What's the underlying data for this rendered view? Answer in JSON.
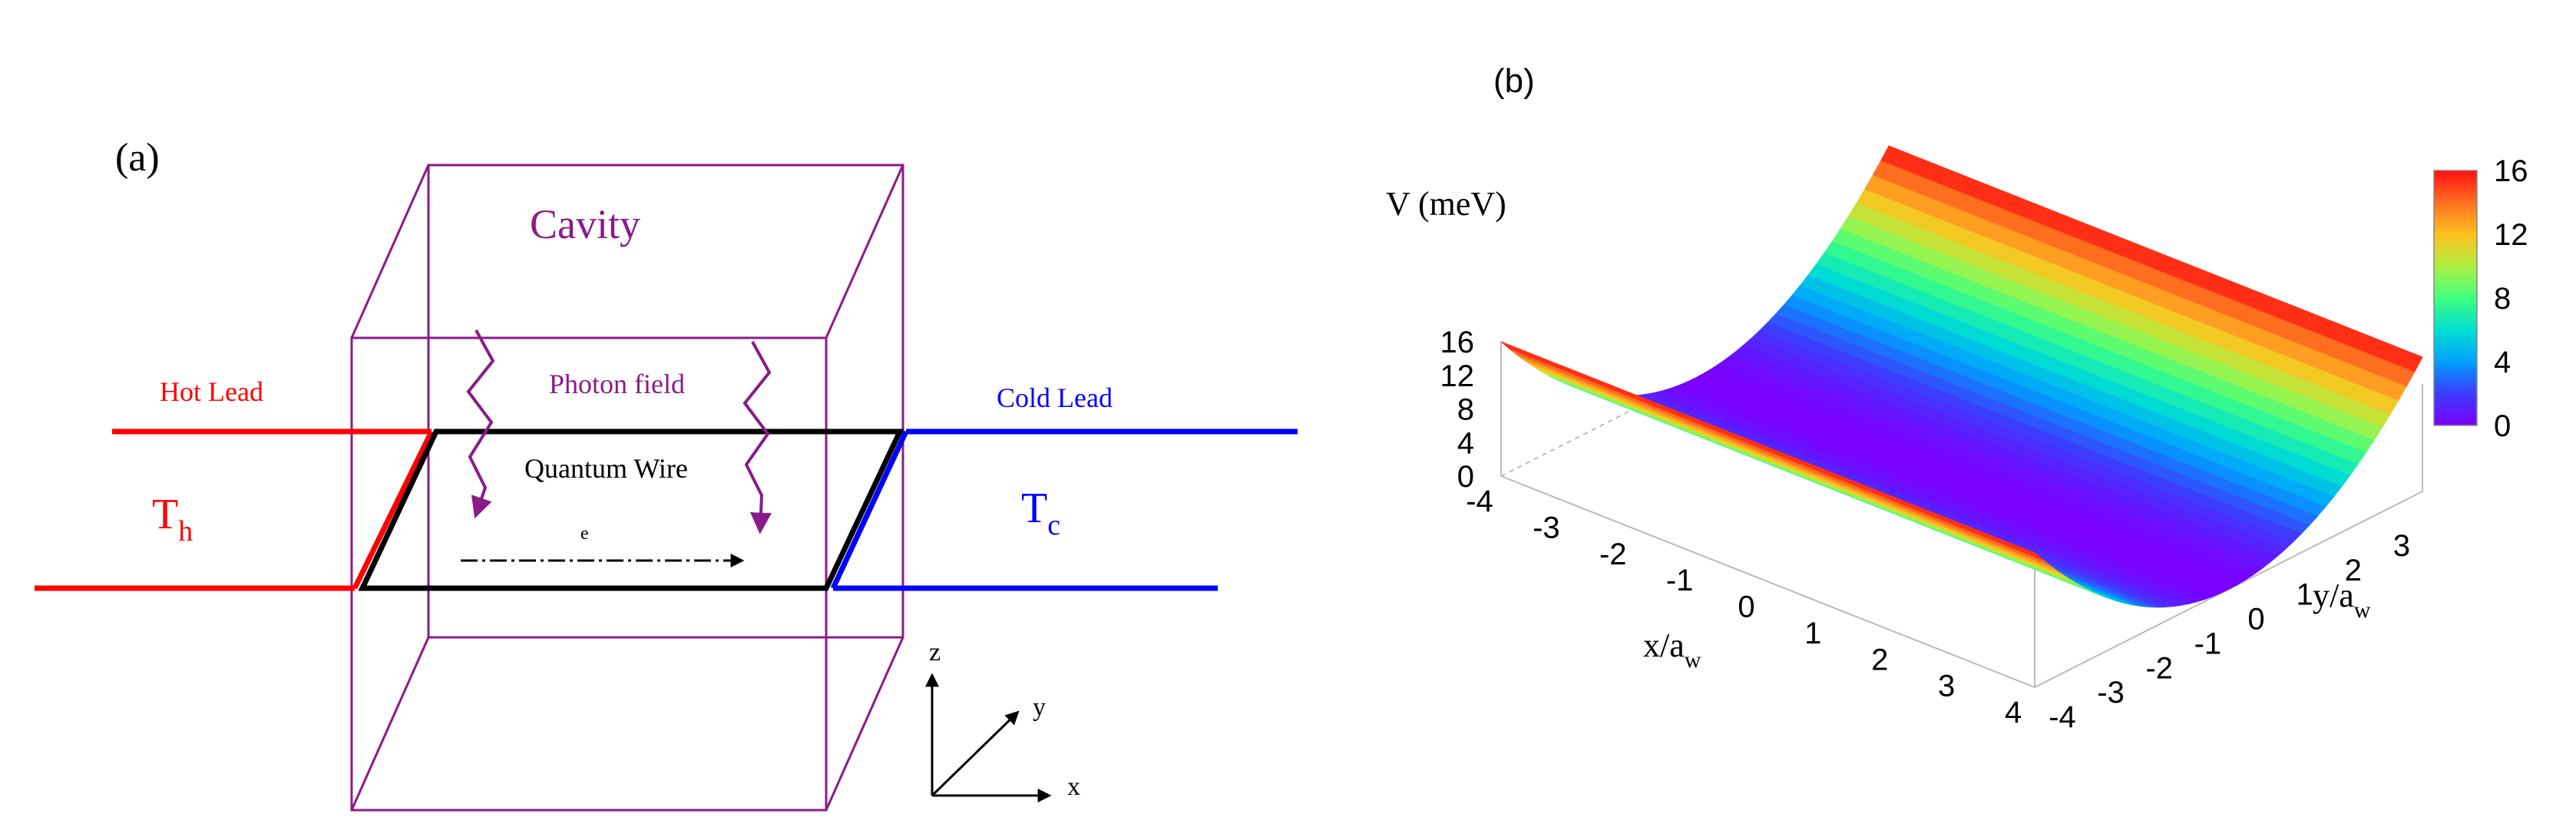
{
  "panel_a": {
    "label": "(a)",
    "cavity_label": "Cavity",
    "photon_label": "Photon field",
    "hot_lead_label": "Hot Lead",
    "cold_lead_label": "Cold Lead",
    "wire_label": "Quantum Wire",
    "electron_label": "e",
    "t_hot_main": "T",
    "t_hot_sub": "h",
    "t_cold_main": "T",
    "t_cold_sub": "c",
    "axis_z": "z",
    "axis_y": "y",
    "axis_x": "x",
    "colors": {
      "hot": "#ff0000",
      "cold": "#0000ff",
      "cavity": "#8b1a8b",
      "wire": "#000000"
    }
  },
  "panel_b": {
    "label": "(b)",
    "zlabel": "V (meV)",
    "xlabel_main": "x/a",
    "xlabel_sub": "w",
    "ylabel_main": "y/a",
    "ylabel_sub": "w",
    "colorbar_ticks": [
      "16",
      "12",
      "8",
      "4",
      "0"
    ],
    "colormap": [
      "#7b00ff",
      "#3c3cff",
      "#00a0ff",
      "#00e0d0",
      "#40ff80",
      "#b0f040",
      "#ffc020",
      "#ff7020",
      "#ff1010"
    ]
  },
  "chart_data": {
    "type": "surface",
    "function": "V = k * y^2",
    "x_range": [
      -4,
      4
    ],
    "y_range": [
      -4,
      4
    ],
    "z_range": [
      0,
      16
    ],
    "x_ticks": [
      "-4",
      "-3",
      "-2",
      "-1",
      "0",
      "1",
      "2",
      "3",
      "4"
    ],
    "y_ticks": [
      "-4",
      "-3",
      "-2",
      "-1",
      "0",
      "1",
      "2",
      "3"
    ],
    "z_ticks": [
      "16",
      "12",
      "8",
      "4",
      "0"
    ],
    "colorbar_range": [
      0,
      16
    ]
  }
}
